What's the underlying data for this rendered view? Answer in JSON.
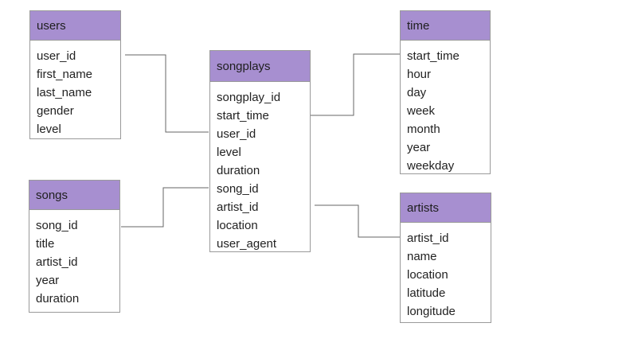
{
  "entities": {
    "users": {
      "title": "users",
      "fields": [
        "user_id",
        "first_name",
        "last_name",
        "gender",
        "level"
      ]
    },
    "songs": {
      "title": "songs",
      "fields": [
        "song_id",
        "title",
        "artist_id",
        "year",
        "duration"
      ]
    },
    "songplays": {
      "title": "songplays",
      "fields": [
        "songplay_id",
        "start_time",
        "user_id",
        "level",
        "duration",
        "song_id",
        "artist_id",
        "location",
        "user_agent"
      ]
    },
    "time": {
      "title": "time",
      "fields": [
        "start_time",
        "hour",
        "day",
        "week",
        "month",
        "year",
        "weekday"
      ]
    },
    "artists": {
      "title": "artists",
      "fields": [
        "artist_id",
        "name",
        "location",
        "latitude",
        "longitude"
      ]
    }
  },
  "colors": {
    "header": "#a78fd0",
    "border": "#9a9a9a",
    "connector": "#666666"
  }
}
